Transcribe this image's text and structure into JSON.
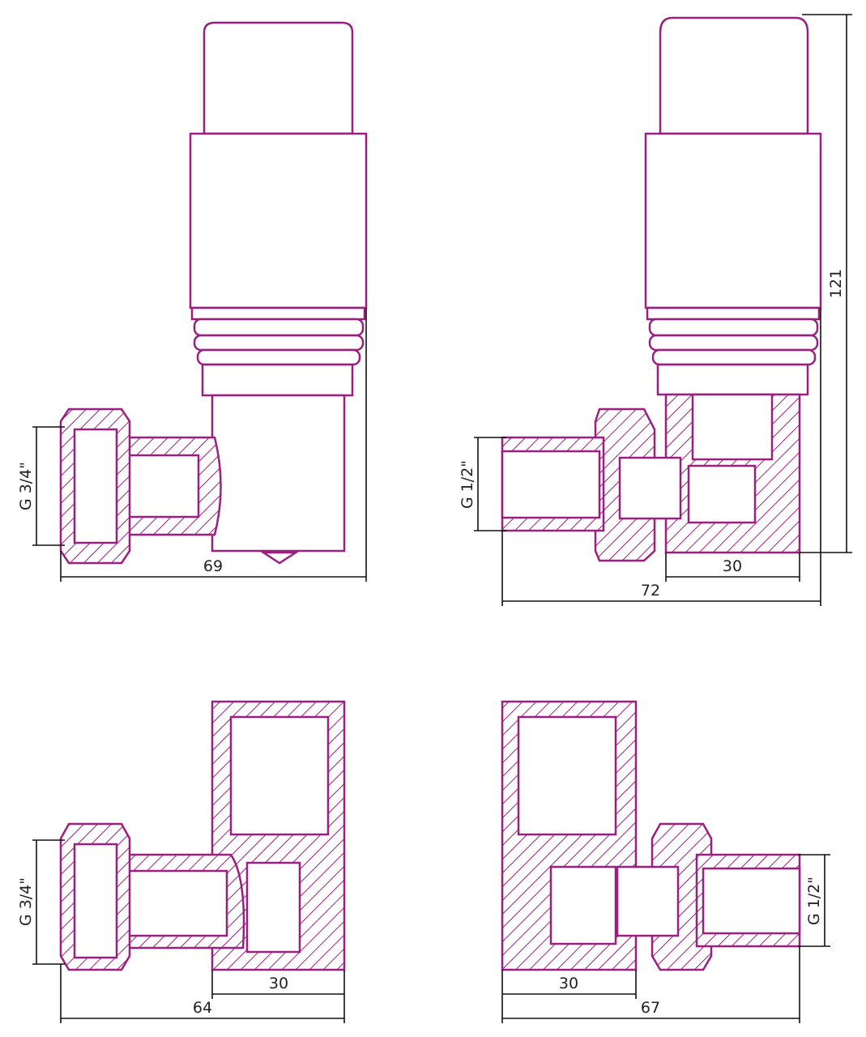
{
  "colors": {
    "outline": "#9c1f7f",
    "dimension": "#111111"
  },
  "views": [
    {
      "name": "top-left",
      "thread": "G 3/4\"",
      "overall_width": "69"
    },
    {
      "name": "top-right",
      "thread": "G 1/2\"",
      "body_width": "30",
      "overall_width": "72",
      "height": "121"
    },
    {
      "name": "bottom-left",
      "thread": "G 3/4\"",
      "body_width": "30",
      "overall_width": "64"
    },
    {
      "name": "bottom-right",
      "thread": "G 1/2\"",
      "body_width": "30",
      "overall_width": "67"
    }
  ]
}
